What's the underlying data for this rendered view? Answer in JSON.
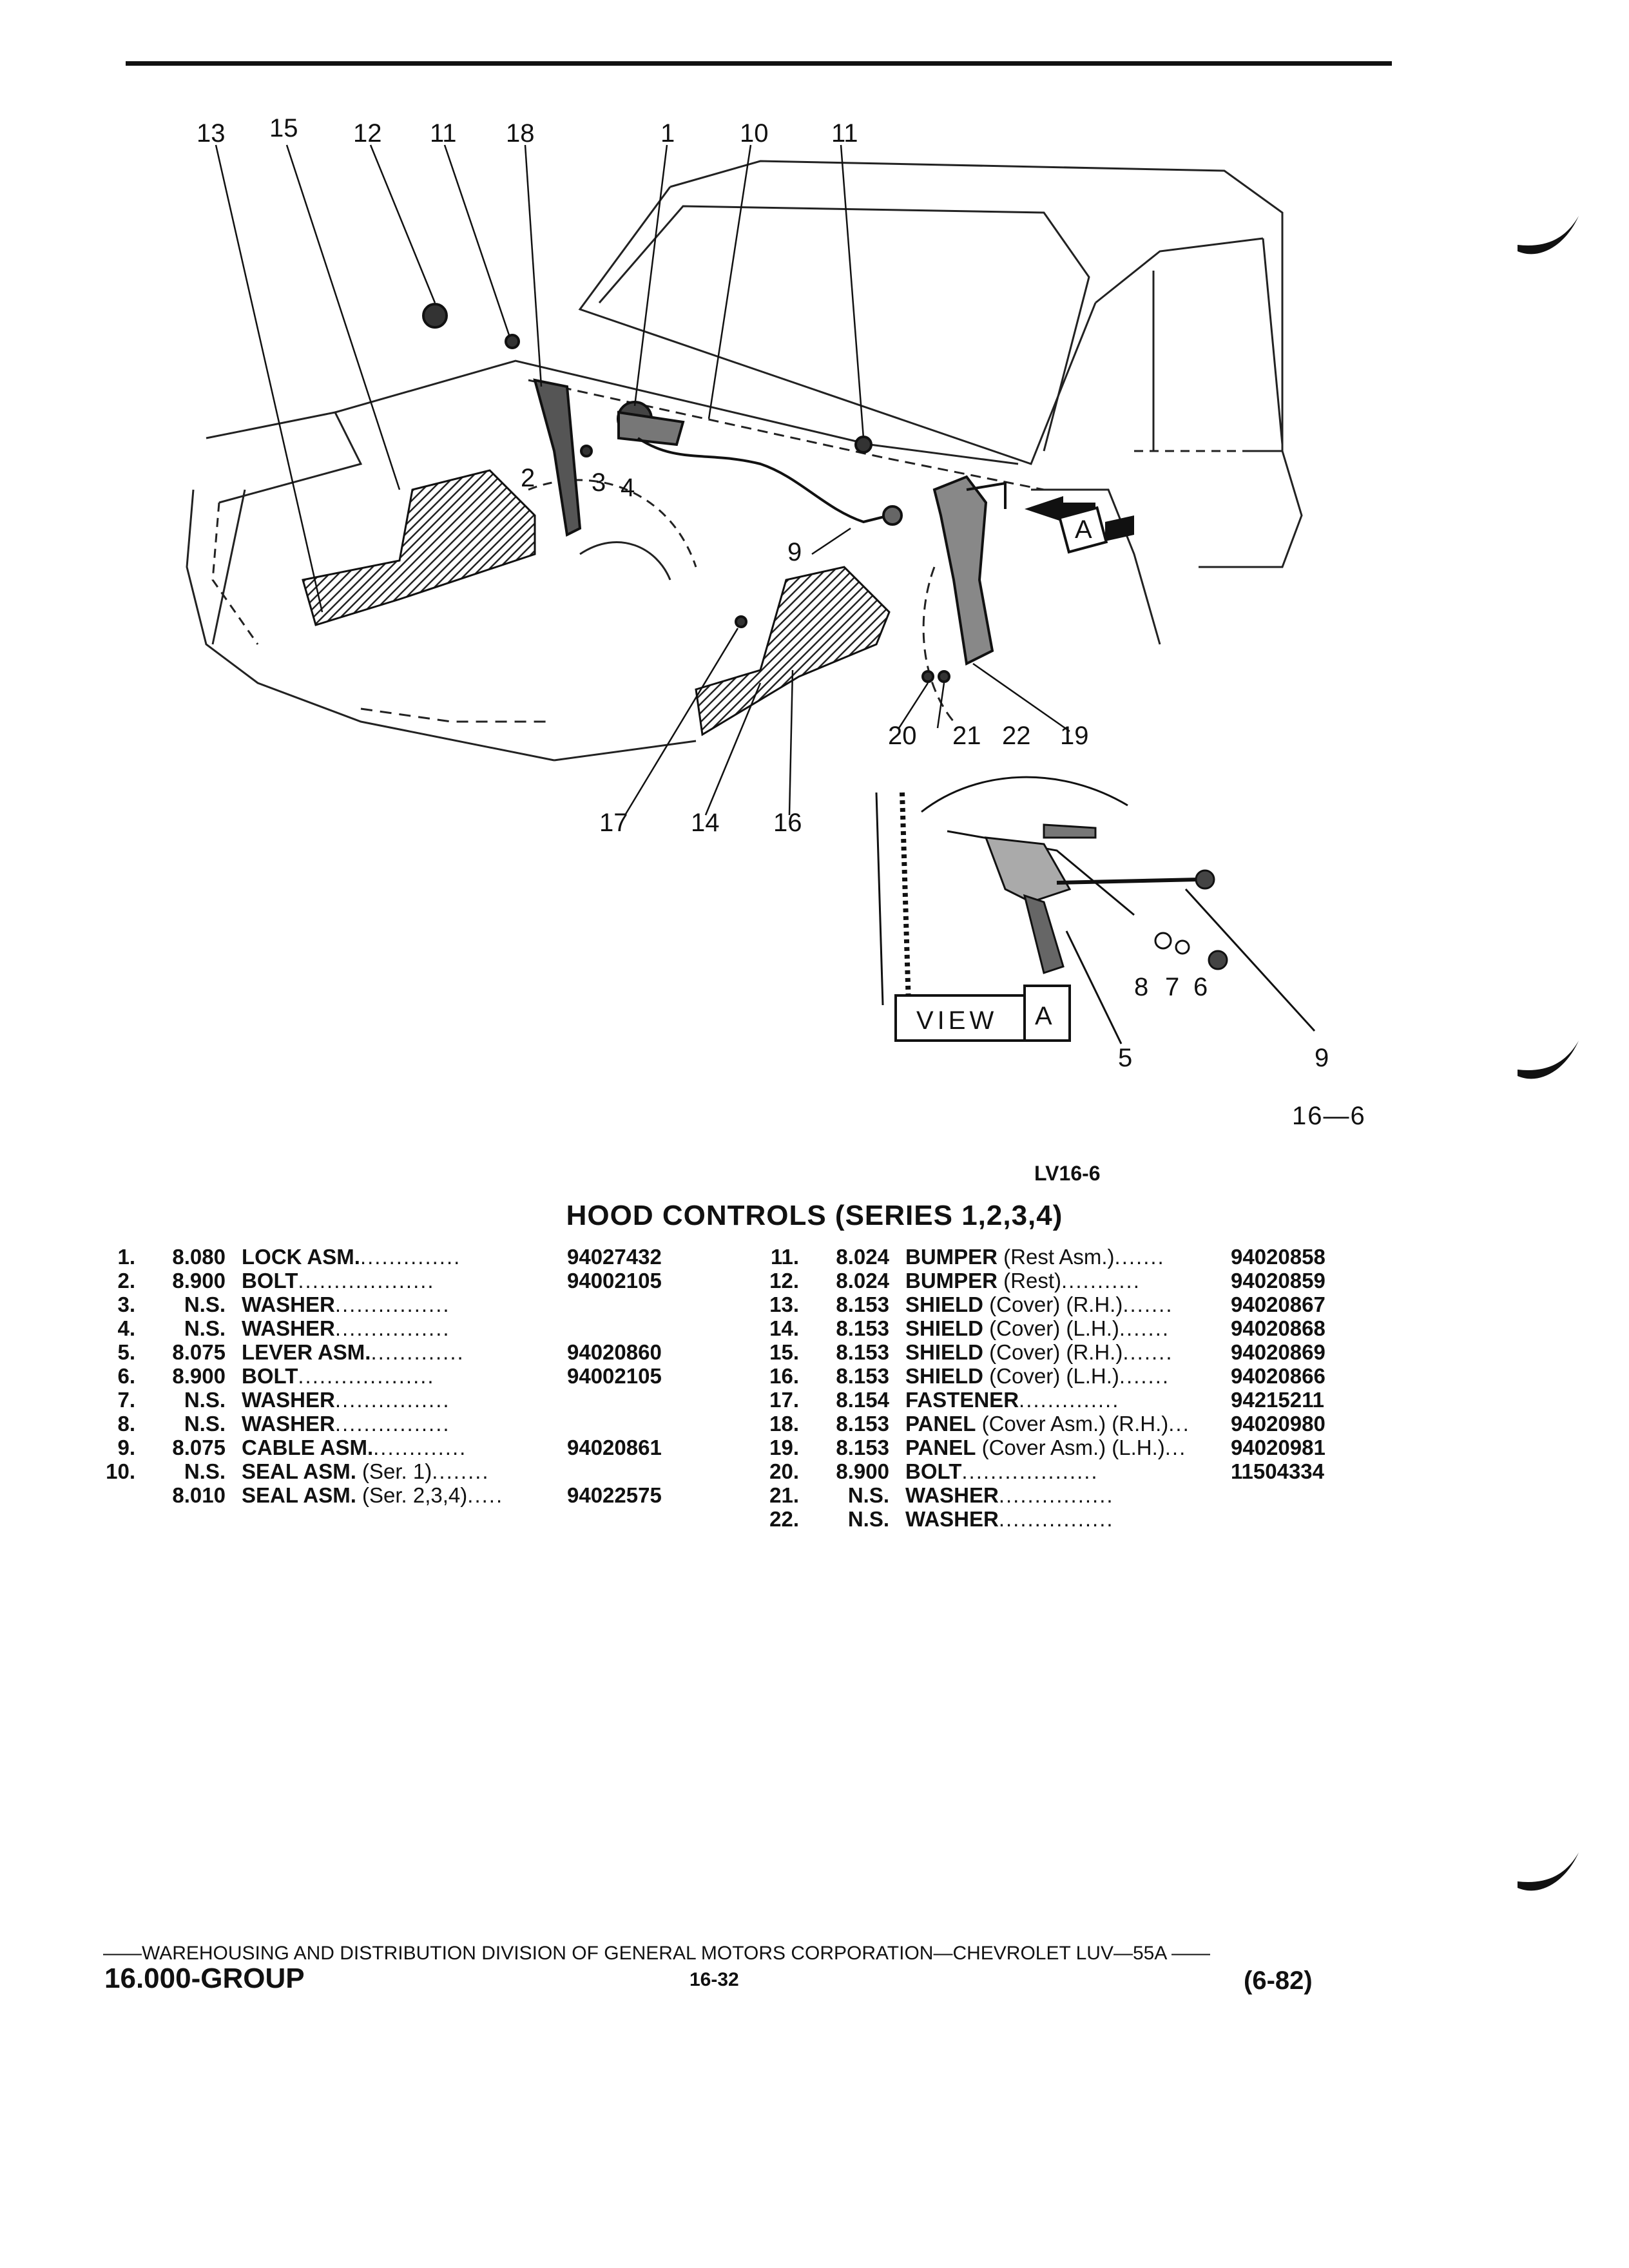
{
  "diagram": {
    "callouts_top": [
      "13",
      "15",
      "12",
      "11",
      "18",
      "1",
      "10",
      "11"
    ],
    "callouts_mid": [
      "2",
      "3",
      "4",
      "9",
      "A"
    ],
    "callouts_lower": [
      "20",
      "21",
      "22",
      "19",
      "17",
      "14",
      "16"
    ],
    "view_label": "VIEW",
    "view_letter": "A",
    "view_callouts": [
      "8",
      "7",
      "6",
      "5",
      "9"
    ]
  },
  "figure_number": "16—6",
  "plate_code": "LV16-6",
  "title": "HOOD CONTROLS (SERIES 1,2,3,4)",
  "parts_left": [
    {
      "num": "1.",
      "group": "8.080",
      "desc": "LOCK ASM.",
      "note": "",
      "dots": "..............",
      "part": "94027432"
    },
    {
      "num": "2.",
      "group": "8.900",
      "desc": "BOLT",
      "note": "",
      "dots": "...................",
      "part": "94002105"
    },
    {
      "num": "3.",
      "group": "N.S.",
      "desc": "WASHER",
      "note": "",
      "dots": "................",
      "part": ""
    },
    {
      "num": "4.",
      "group": "N.S.",
      "desc": "WASHER",
      "note": "",
      "dots": "................",
      "part": ""
    },
    {
      "num": "5.",
      "group": "8.075",
      "desc": "LEVER ASM.",
      "note": "",
      "dots": ".............",
      "part": "94020860"
    },
    {
      "num": "6.",
      "group": "8.900",
      "desc": "BOLT",
      "note": "",
      "dots": "...................",
      "part": "94002105"
    },
    {
      "num": "7.",
      "group": "N.S.",
      "desc": "WASHER",
      "note": "",
      "dots": "................",
      "part": ""
    },
    {
      "num": "8.",
      "group": "N.S.",
      "desc": "WASHER",
      "note": "",
      "dots": "................",
      "part": ""
    },
    {
      "num": "9.",
      "group": "8.075",
      "desc": "CABLE ASM.",
      "note": "",
      "dots": ".............",
      "part": "94020861"
    },
    {
      "num": "10.",
      "group": "N.S.",
      "desc": "SEAL ASM.",
      "note": " (Ser. 1)",
      "dots": "........",
      "part": ""
    },
    {
      "num": "",
      "group": "8.010",
      "desc": "SEAL ASM.",
      "note": " (Ser. 2,3,4)",
      "dots": ".....",
      "part": "94022575"
    }
  ],
  "parts_right": [
    {
      "num": "11.",
      "group": "8.024",
      "desc": "BUMPER",
      "note": " (Rest Asm.)",
      "dots": ".......",
      "part": "94020858"
    },
    {
      "num": "12.",
      "group": "8.024",
      "desc": "BUMPER",
      "note": " (Rest)",
      "dots": "...........",
      "part": "94020859"
    },
    {
      "num": "13.",
      "group": "8.153",
      "desc": "SHIELD",
      "note": " (Cover) (R.H.)",
      "dots": ".......",
      "part": "94020867"
    },
    {
      "num": "14.",
      "group": "8.153",
      "desc": "SHIELD",
      "note": " (Cover) (L.H.)",
      "dots": ".......",
      "part": "94020868"
    },
    {
      "num": "15.",
      "group": "8.153",
      "desc": "SHIELD",
      "note": " (Cover) (R.H.)",
      "dots": ".......",
      "part": "94020869"
    },
    {
      "num": "16.",
      "group": "8.153",
      "desc": "SHIELD",
      "note": " (Cover) (L.H.)",
      "dots": ".......",
      "part": "94020866"
    },
    {
      "num": "17.",
      "group": "8.154",
      "desc": "FASTENER",
      "note": "",
      "dots": "..............",
      "part": "94215211"
    },
    {
      "num": "18.",
      "group": "8.153",
      "desc": "PANEL",
      "note": " (Cover Asm.) (R.H.)",
      "dots": "...",
      "part": "94020980"
    },
    {
      "num": "19.",
      "group": "8.153",
      "desc": "PANEL",
      "note": " (Cover Asm.) (L.H.)",
      "dots": "...",
      "part": "94020981"
    },
    {
      "num": "20.",
      "group": "8.900",
      "desc": "BOLT",
      "note": "",
      "dots": "...................",
      "part": "11504334"
    },
    {
      "num": "21.",
      "group": "N.S.",
      "desc": "WASHER",
      "note": "",
      "dots": "................",
      "part": ""
    },
    {
      "num": "22.",
      "group": "N.S.",
      "desc": "WASHER",
      "note": "",
      "dots": "................",
      "part": ""
    }
  ],
  "footer": {
    "line": "——WAREHOUSING AND DISTRIBUTION  DIVISION OF GENERAL MOTORS CORPORATION—CHEVROLET LUV—55A  ——",
    "group": "16.000-GROUP",
    "page": "16-32",
    "date": "(6-82)"
  }
}
